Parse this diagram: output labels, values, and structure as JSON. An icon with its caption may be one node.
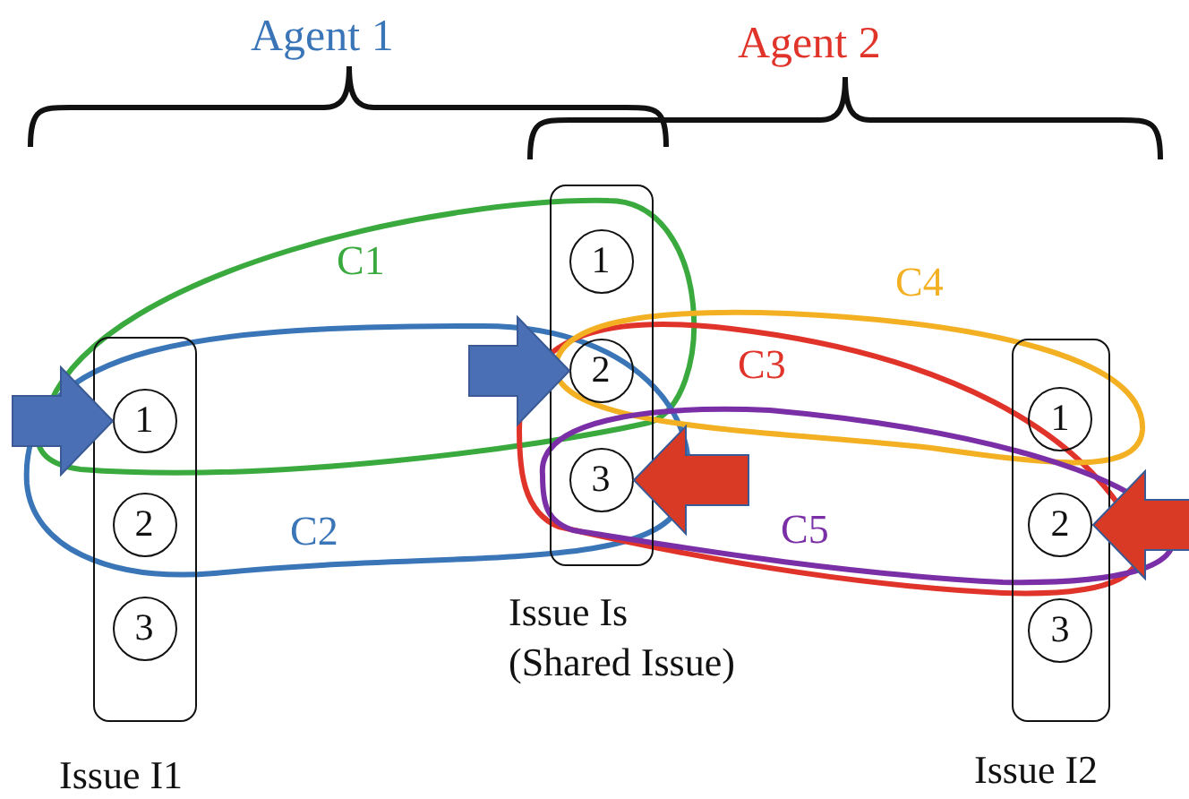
{
  "diagram": {
    "nodes": [
      {
        "text": [
          "Issue I1"
        ]
      },
      {
        "text": [
          "1"
        ],
        "in": 0
      },
      {
        "text": [
          "2"
        ],
        "in": 0
      },
      {
        "text": [
          "3"
        ],
        "in": 0
      },
      {
        "text": [
          "Issue Is",
          "(Shared Issue)"
        ]
      },
      {
        "text": [
          "1"
        ],
        "in": 4
      },
      {
        "text": [
          "2"
        ],
        "in": 4
      },
      {
        "text": [
          "3"
        ],
        "in": 4
      },
      {
        "text": [
          "Issue I2"
        ]
      },
      {
        "text": [
          "1"
        ],
        "in": 8
      },
      {
        "text": [
          "2"
        ],
        "in": 8
      },
      {
        "text": [
          "3"
        ],
        "in": 8
      }
    ],
    "edges": [
      {
        "from": null,
        "to": 1,
        "arrow": "to",
        "style": "thick",
        "color": "#4a6fb5"
      },
      {
        "from": null,
        "to": 6,
        "arrow": "to",
        "style": "thick",
        "color": "#4a6fb5"
      },
      {
        "from": null,
        "to": 7,
        "arrow": "to",
        "style": "thick",
        "color": "#d93a26"
      },
      {
        "from": null,
        "to": 10,
        "arrow": "to",
        "style": "thick",
        "color": "#d93a26"
      }
    ],
    "labels": [
      "Agent 1",
      "Agent 2",
      "C1",
      "C2",
      "C3",
      "C4",
      "C5"
    ]
  }
}
